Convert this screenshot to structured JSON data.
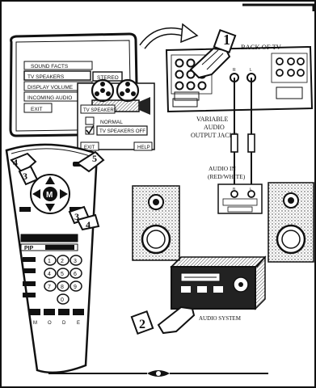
{
  "tv_menu": {
    "items": [
      "SOUND FACTS",
      "TV SPEAKERS",
      "DISPLAY VOLUME",
      "INCOMING AUDIO",
      "EXIT"
    ],
    "stereo_label": "STEREO"
  },
  "speaker_panel": {
    "title": "TV SPEAKERS",
    "option_normal": "NORMAL",
    "option_off": "TV SPEAKERS OFF",
    "exit": "EXIT",
    "help": "HELP"
  },
  "back_of_tv": {
    "label": "BACK OF TV",
    "step": "1",
    "variable_audio": [
      "VARIABLE",
      "AUDIO",
      "OUTPUT JACKS"
    ],
    "jack_r": "R",
    "jack_l": "L"
  },
  "audio_in": {
    "line1": "AUDIO IN",
    "line2": "(RED/WHITE)",
    "r": "R",
    "l": "L"
  },
  "audio_system": {
    "label": "AUDIO SYSTEM",
    "step": "2"
  },
  "remote": {
    "steps": [
      "4",
      "3",
      "5",
      "3",
      "4"
    ],
    "menu_key": "M",
    "pip_label": "PIP",
    "bottom_labels": [
      "M",
      "O",
      "D",
      "E"
    ],
    "number_keys": [
      "1",
      "2",
      "3",
      "4",
      "5",
      "6",
      "7",
      "8",
      "9",
      "0"
    ]
  },
  "colors": {
    "ink": "#111111",
    "paper": "#ffffff",
    "hatch": "#444444"
  }
}
